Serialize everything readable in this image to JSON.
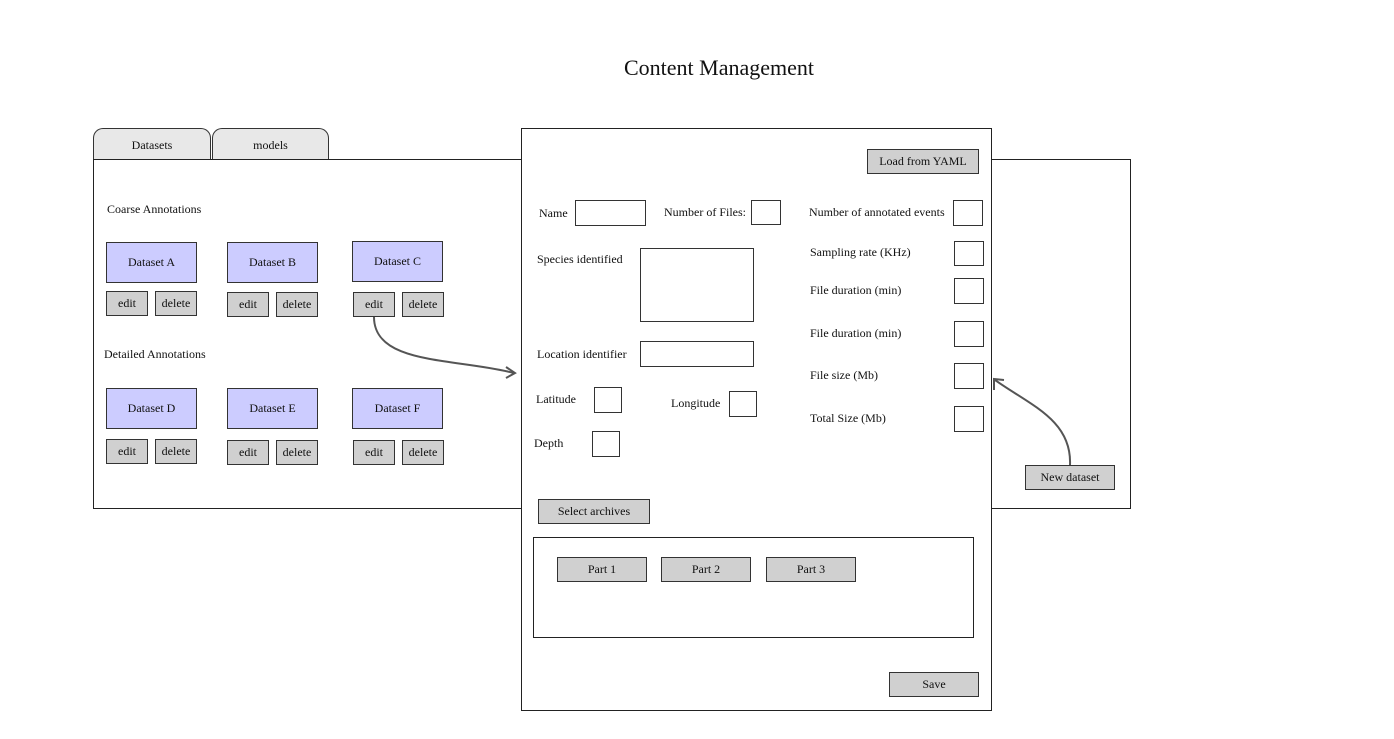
{
  "page": {
    "title": "Content Management"
  },
  "tabs": [
    {
      "label": "Datasets"
    },
    {
      "label": "models"
    }
  ],
  "datasets_panel": {
    "coarse_heading": "Coarse Annotations",
    "detailed_heading": "Detailed Annotations",
    "coarse": [
      {
        "name": "Dataset A",
        "edit": "edit",
        "delete": "delete"
      },
      {
        "name": "Dataset B",
        "edit": "edit",
        "delete": "delete"
      },
      {
        "name": "Dataset C",
        "edit": "edit",
        "delete": "delete"
      }
    ],
    "detailed": [
      {
        "name": "Dataset D",
        "edit": "edit",
        "delete": "delete"
      },
      {
        "name": "Dataset E",
        "edit": "edit",
        "delete": "delete"
      },
      {
        "name": "Dataset F",
        "edit": "edit",
        "delete": "delete"
      }
    ],
    "new_dataset_label": "New dataset"
  },
  "dialog": {
    "load_yaml_label": "Load from YAML",
    "fields": {
      "name": "Name",
      "number_of_files": "Number of Files:",
      "number_of_annotated_events": "Number of annotated events",
      "species_identified": "Species identified",
      "sampling_rate": "Sampling rate (KHz)",
      "file_duration_1": "File duration (min)",
      "file_duration_2": "File duration (min)",
      "location_identifier": "Location identifier",
      "file_size": "File size (Mb)",
      "latitude": "Latitude",
      "longitude": "Longitude",
      "total_size": "Total Size (Mb)",
      "depth": "Depth"
    },
    "select_archives_label": "Select archives",
    "parts": [
      {
        "label": "Part 1"
      },
      {
        "label": "Part 2"
      },
      {
        "label": "Part 3"
      }
    ],
    "save_label": "Save"
  }
}
